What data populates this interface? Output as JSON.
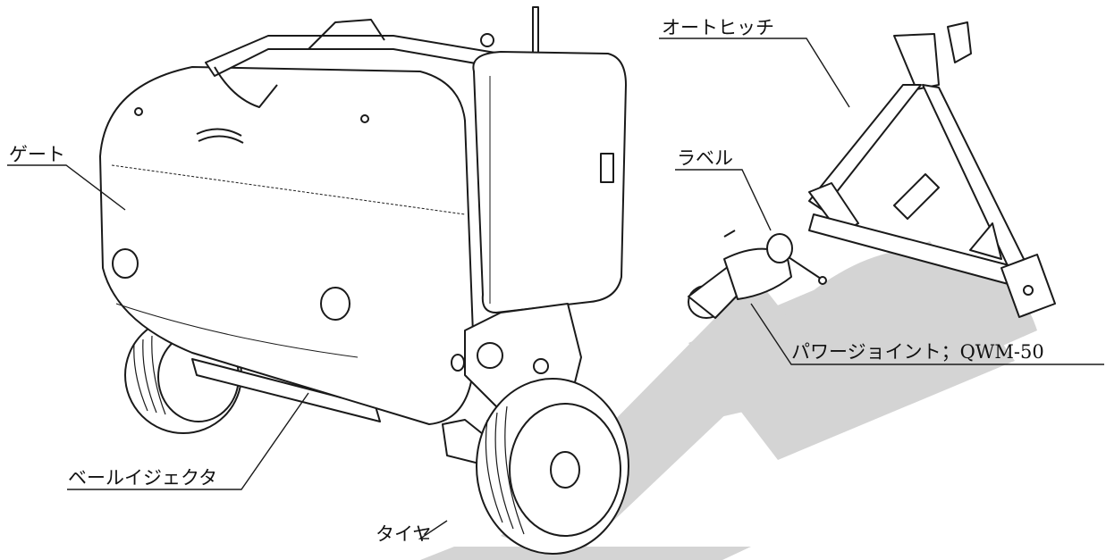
{
  "labels": {
    "gate": "ゲート",
    "bale_ejector": "ベールイジェクタ",
    "tire": "タイヤ",
    "auto_hitch": "オートヒッチ",
    "label": "ラベル",
    "power_joint": "パワージョイント；QWM-50"
  },
  "colors": {
    "line": "#1a1a1a",
    "watermark": "#d4d4d4",
    "background": "#ffffff"
  }
}
